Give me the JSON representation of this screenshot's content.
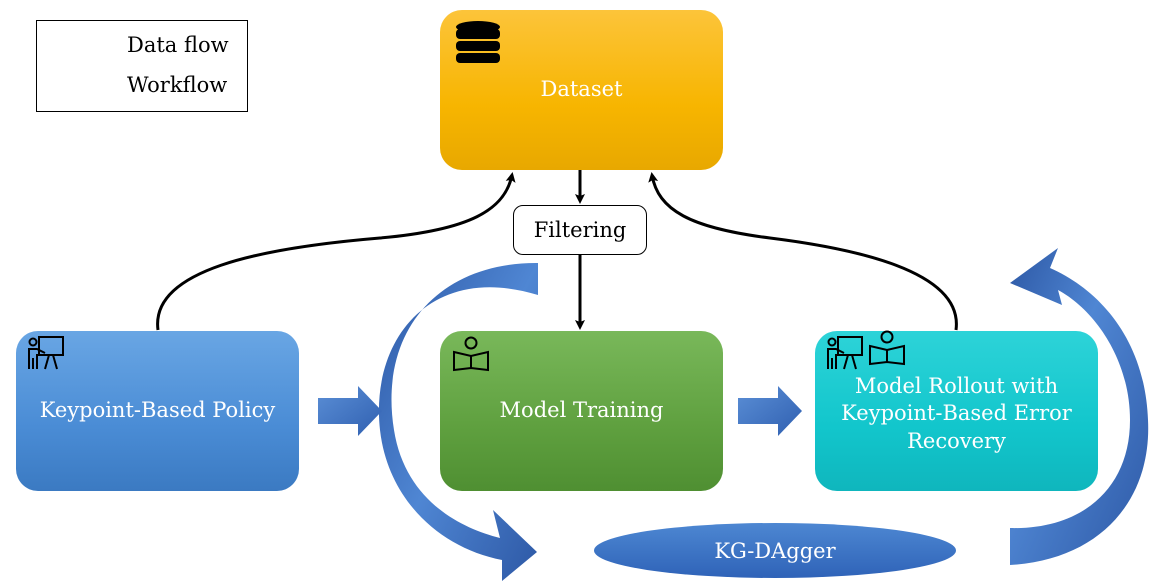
{
  "legend": {
    "items": [
      {
        "label": "Data flow",
        "style": "black-arrow"
      },
      {
        "label": "Workflow",
        "style": "blue-block-arrow"
      }
    ]
  },
  "nodes": {
    "dataset": {
      "label": "Dataset",
      "icon": "database-icon",
      "color": "#f7b500"
    },
    "policy": {
      "label": "Keypoint-Based Policy",
      "icon": "teacher-icon",
      "color": "#4a8cd5"
    },
    "training": {
      "label": "Model Training",
      "icon": "reading-icon",
      "color": "#5fa03f"
    },
    "rollout": {
      "label": "Model Rollout with Keypoint-Based Error Recovery",
      "icons": [
        "teacher-icon",
        "reading-icon"
      ],
      "color": "#12c6cc"
    },
    "filtering": {
      "label": "Filtering"
    },
    "kg_dagger": {
      "label": "KG-DAgger",
      "color": "#3a6fc4"
    }
  },
  "edges": [
    {
      "from": "policy",
      "to": "dataset",
      "type": "data-flow"
    },
    {
      "from": "rollout",
      "to": "dataset",
      "type": "data-flow"
    },
    {
      "from": "dataset",
      "to": "filtering",
      "type": "data-flow"
    },
    {
      "from": "filtering",
      "to": "training",
      "type": "data-flow"
    },
    {
      "from": "policy",
      "to": "training",
      "type": "workflow"
    },
    {
      "from": "training",
      "to": "rollout",
      "type": "workflow"
    }
  ]
}
